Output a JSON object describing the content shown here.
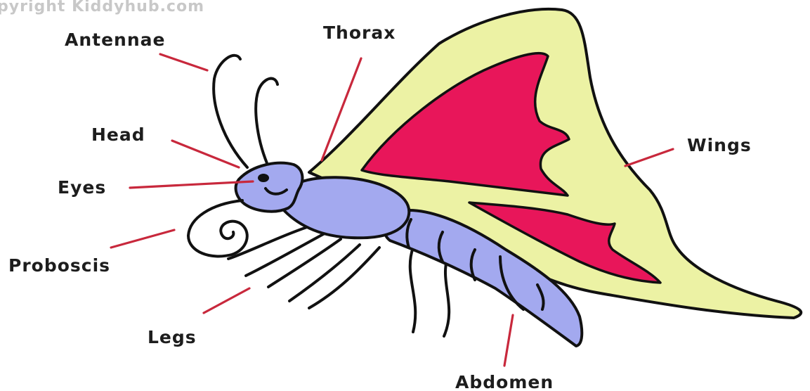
{
  "watermark": "pyright Kiddyhub.com",
  "labels": {
    "antennae": "Antennae",
    "thorax": "Thorax",
    "head": "Head",
    "wings": "Wings",
    "eyes": "Eyes",
    "proboscis": "Proboscis",
    "legs": "Legs",
    "abdomen": "Abdomen"
  },
  "colors": {
    "wing": "#ecf2a4",
    "wing_spot": "#e8165a",
    "body": "#a3a9ef",
    "outline": "#111111",
    "leader_line": "#c8283c"
  }
}
